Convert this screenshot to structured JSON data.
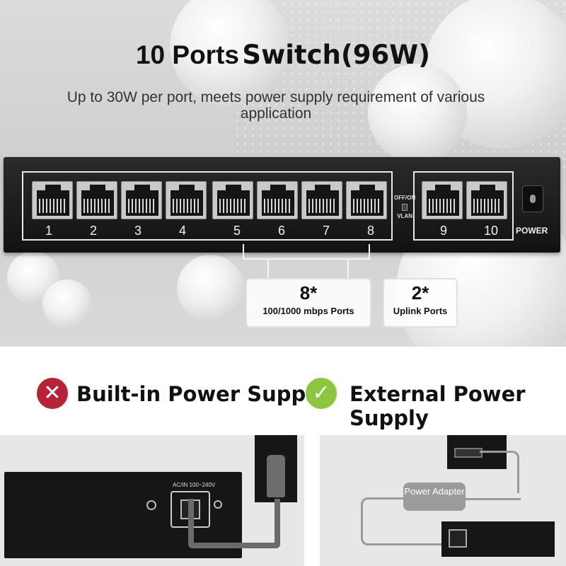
{
  "header": {
    "title_part1": "10 Ports",
    "title_part2": "Switch(96W)",
    "subtitle": "Up to 30W per port, meets power supply requirement of various application"
  },
  "switch": {
    "ports_main": [
      "1",
      "2",
      "3",
      "4",
      "5",
      "6",
      "7",
      "8"
    ],
    "ports_uplink": [
      "9",
      "10"
    ],
    "vlan_top": "OFF/ON",
    "vlan_bottom": "VLAN",
    "power_label": "POWER"
  },
  "callouts": {
    "main": {
      "count": "8*",
      "desc": "100/1000 mbps Ports"
    },
    "uplink": {
      "count": "2*",
      "desc": "Uplink Ports"
    }
  },
  "comparison": {
    "bad": {
      "icon": "x-icon",
      "label": "Built-in Power Supply",
      "color": "#b72336"
    },
    "good": {
      "icon": "check-icon",
      "label": "External Power Supply",
      "color": "#8cc63f"
    }
  },
  "panels": {
    "left_spec": "AC/IN 100~240V",
    "right_adapter": "Power Adapter"
  }
}
